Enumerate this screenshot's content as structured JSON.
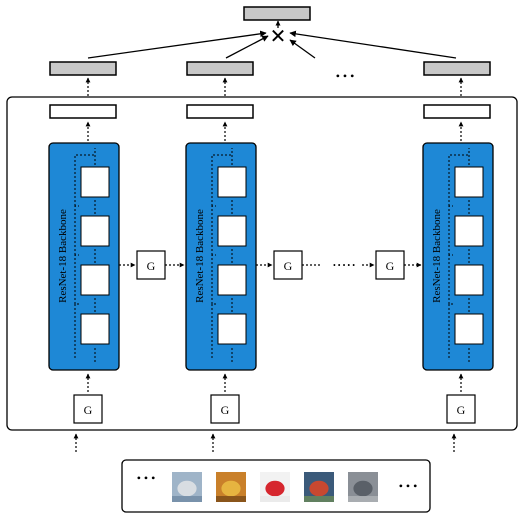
{
  "diagram": {
    "backbone_label": "ResNet-18 Backbone",
    "gate_label": "G",
    "ellipsis": "• • •",
    "ellipsis_small": "• • • • •",
    "combine_symbol": "✕"
  },
  "colors": {
    "backbone_fill": "#1e88d6",
    "output_fill": "#c8c8c8",
    "frame_stroke": "#000000"
  },
  "thumbnails": [
    {
      "name": "clouds",
      "colors": [
        "#9fb4c8",
        "#d8dde2",
        "#6f8aa4"
      ]
    },
    {
      "name": "flowers",
      "colors": [
        "#c9802a",
        "#e6b440",
        "#7a4a18"
      ]
    },
    {
      "name": "red-chair",
      "colors": [
        "#f2f2f2",
        "#d6262e",
        "#e8e8e8"
      ]
    },
    {
      "name": "ladybug",
      "colors": [
        "#3b5a7a",
        "#c84830",
        "#6c8a5a"
      ]
    },
    {
      "name": "animal",
      "colors": [
        "#8a8f96",
        "#5a6068",
        "#b0b4b8"
      ]
    }
  ]
}
